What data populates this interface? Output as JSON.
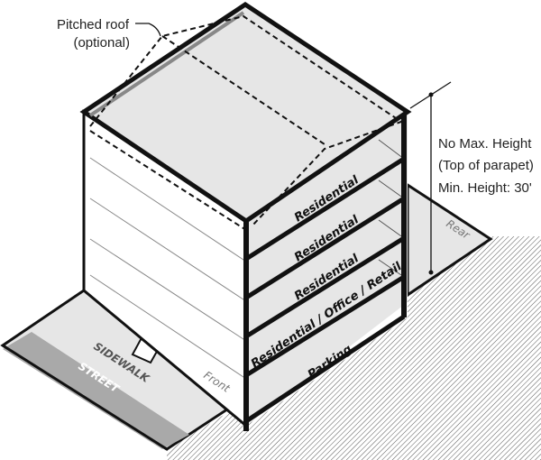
{
  "annotations": {
    "pitched_roof_line1": "Pitched roof",
    "pitched_roof_line2": "(optional)",
    "height_line1": "No Max. Height",
    "height_line2": "(Top of parapet)",
    "height_line3": "Min. Height: 30'"
  },
  "floors": [
    "Residential",
    "Residential",
    "Residential",
    "Residential / Office / Retail",
    "Parking"
  ],
  "ground": {
    "sidewalk": "SIDEWALK",
    "street": "STREET",
    "front": "Front",
    "rear": "Rear"
  },
  "colors": {
    "fill": "#e6e6e6",
    "street": "#a9a9a9",
    "line": "#111111"
  }
}
